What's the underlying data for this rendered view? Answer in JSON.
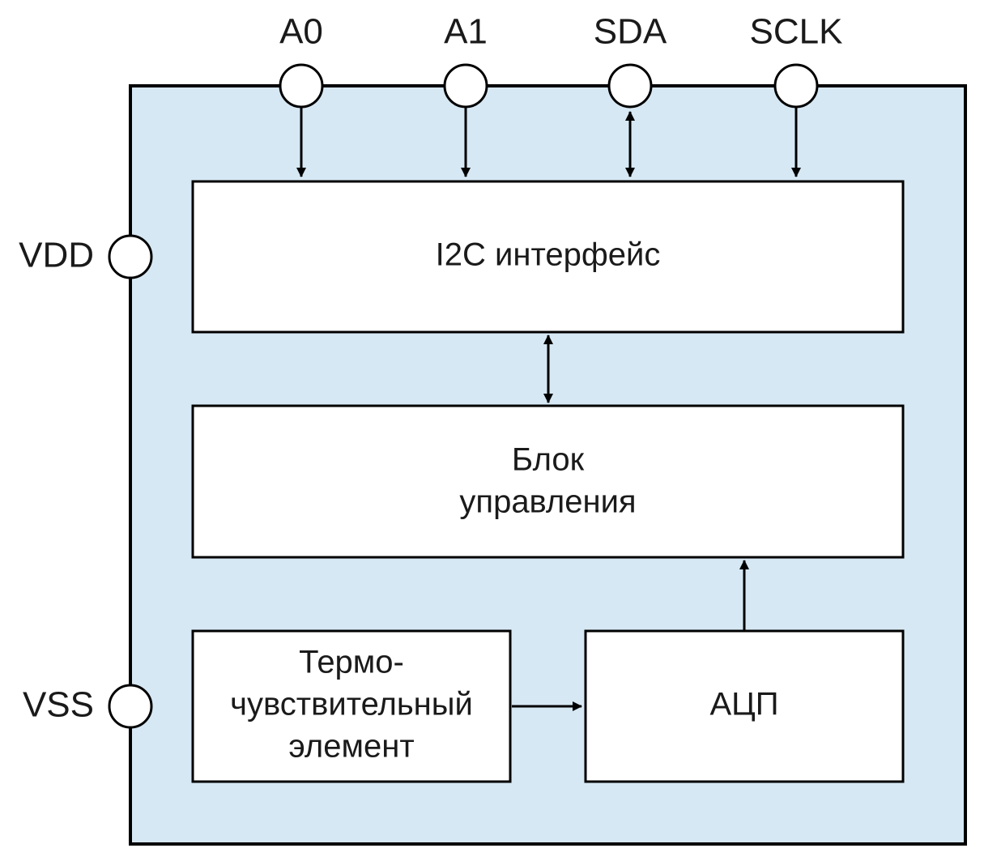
{
  "colors": {
    "package_fill": "#d6e8f4",
    "line": "#000000",
    "block_fill": "#ffffff"
  },
  "pins": {
    "a0": "A0",
    "a1": "A1",
    "sda": "SDA",
    "sclk": "SCLK",
    "vdd": "VDD",
    "vss": "VSS"
  },
  "blocks": {
    "i2c": "I2C интерфейс",
    "control_line1": "Блок",
    "control_line2": "управления",
    "sensor_line1": "Термо-",
    "sensor_line2": "чувствительный",
    "sensor_line3": "элемент",
    "adc": "АЦП"
  }
}
